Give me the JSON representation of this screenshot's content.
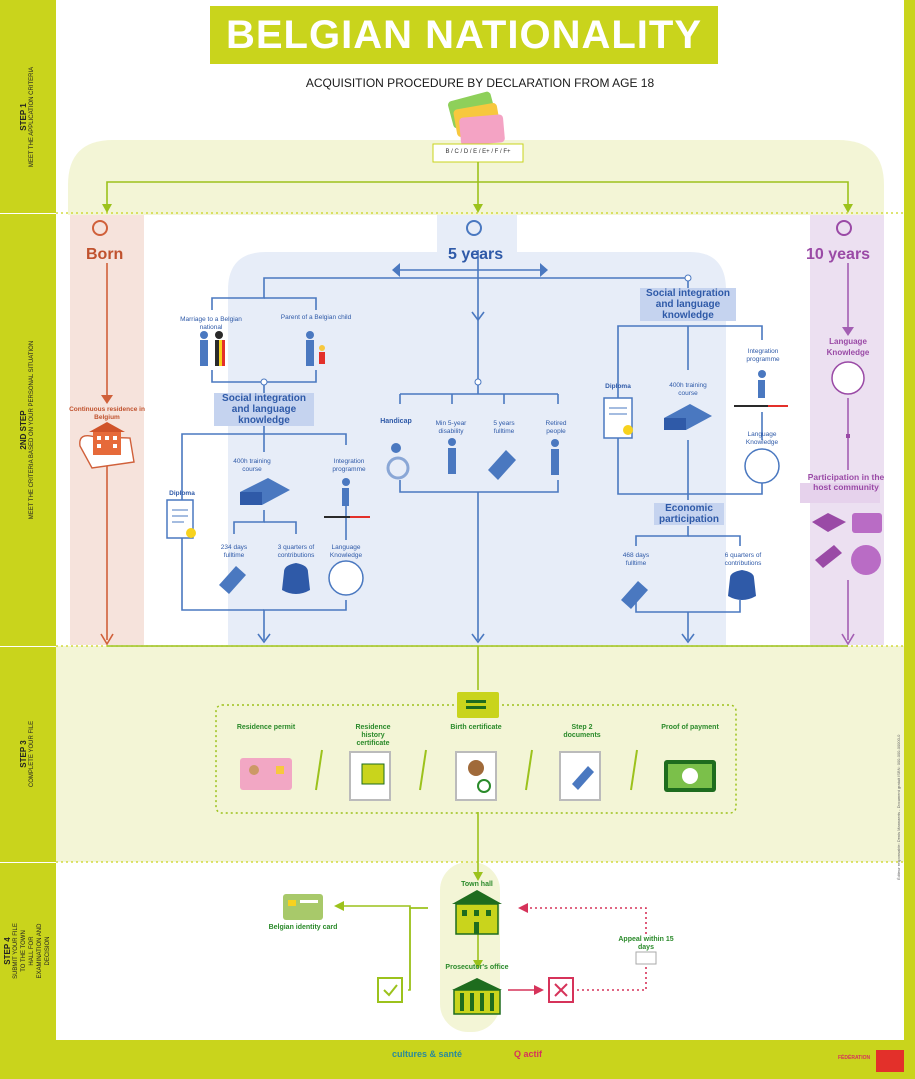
{
  "title": "BELGIAN NATIONALITY",
  "subtitle": "ACQUISITION PROCEDURE BY DECLARATION FROM AGE 18",
  "permit_codes": "B / C / D / E / E+ / F / F+",
  "steps": {
    "step1": {
      "title": "STEP 1",
      "desc": "MEET THE APPLICATION CRITERIA"
    },
    "step2": {
      "title": "2ND STEP",
      "desc": "MEET THE CRITERIA BASED ON YOUR PERSONAL SITUATION"
    },
    "step3": {
      "title": "STEP 3",
      "desc": "COMPLETE YOUR FILE"
    },
    "step4": {
      "title": "STEP 4",
      "desc": "SUBMIT YOUR FILE TO THE TOWN HALL FOR EXAMINATION AND DECISION"
    }
  },
  "born": {
    "title": "Born",
    "residence": "Continuous residence in Belgium"
  },
  "five_years": {
    "title": "5 years",
    "marriage": "Marriage to a Belgian national",
    "parent": "Parent of a Belgian child",
    "social_left": "Social integration and language knowledge",
    "diploma": "Diploma",
    "training": "400h training course",
    "integration": "Integration programme",
    "fulltime": "234 days fulltime",
    "quarters": "3 quarters of contributions",
    "language": "Language Knowledge",
    "handicap": "Handicap",
    "disability": "Min 5-year disability",
    "five_fulltime": "5 years fulltime",
    "retired": "Retired people",
    "social_right": "Social integration and language knowledge",
    "diploma_r": "Diploma",
    "training_r": "400h training course",
    "integration_r": "Integration programme",
    "language_r": "Language Knowledge",
    "economic": "Economic participation",
    "days468": "468 days fulltime",
    "quarters6": "6 quarters of contributions"
  },
  "ten_years": {
    "title": "10 years",
    "language": "Language Knowledge",
    "participation": "Participation in the host community"
  },
  "documents": [
    {
      "label": "Residence permit"
    },
    {
      "label": "Residence history certificate"
    },
    {
      "label": "Birth certificate"
    },
    {
      "label": "Step 2 documents"
    },
    {
      "label": "Proof of payment"
    }
  ],
  "step4": {
    "town_hall": "Town hall",
    "prosecutor": "Prosecutor's office",
    "id_card": "Belgian identity card",
    "appeal": "Appeal within 15 days"
  },
  "footer": {
    "logo1": "cultures & santé",
    "logo2": "Q actif",
    "logo3": "FÉDÉRATION",
    "side_text": "Éditeur responsable: Denis Mannaerts - Document gratuit ISBN: 000-000-00000-0"
  },
  "colors": {
    "lime": "#c9d41c",
    "blue": "#4a78c0",
    "born": "#c0522e",
    "ten": "#9a4aa6",
    "green": "#2a8a2a",
    "red": "#d6335a"
  }
}
